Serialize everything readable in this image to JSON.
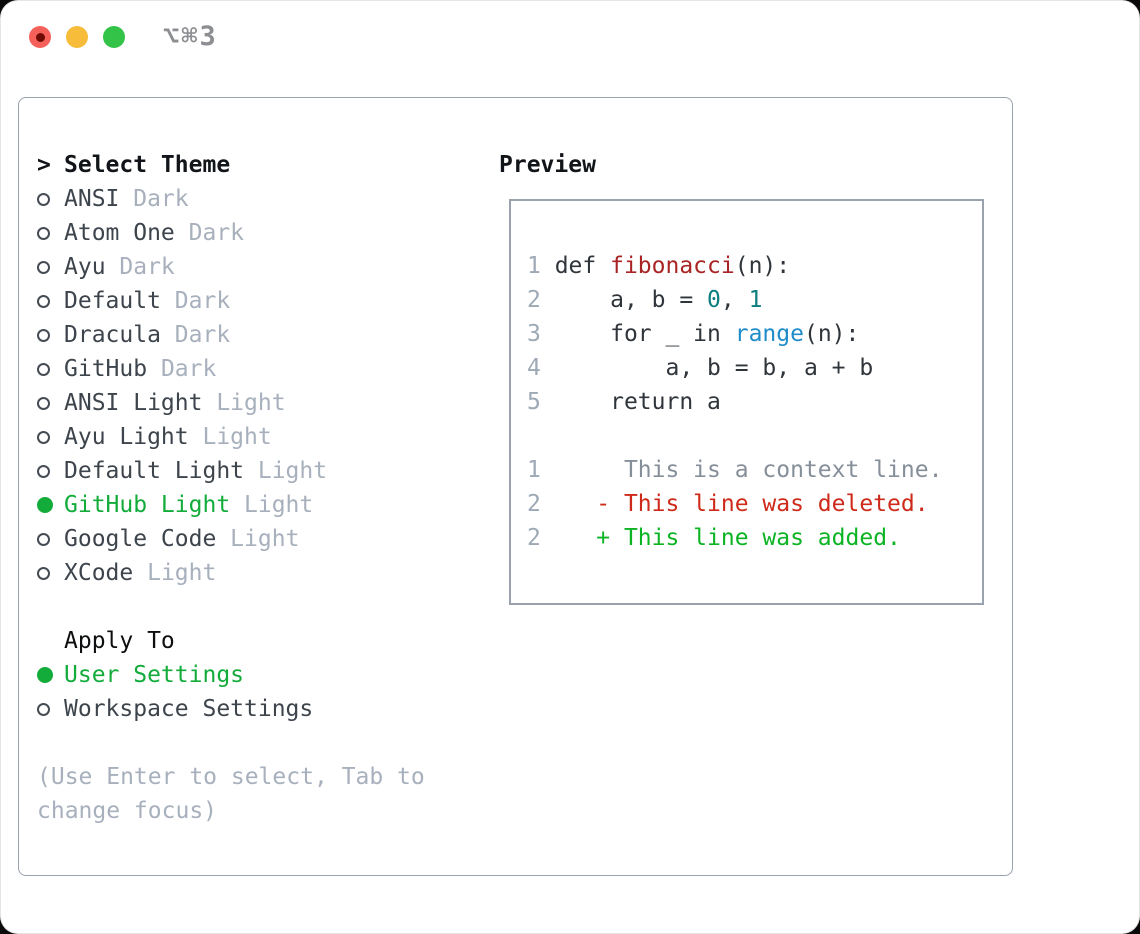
{
  "colors": {
    "accent_green": "#13ac3b",
    "diff_added_green": "#0cb424",
    "diff_deleted_red": "#ce2a1a",
    "function_red": "#a92525",
    "number_teal": "#0d7e7e",
    "builtin_blue": "#1f8cca",
    "border_gray": "#9aa2ae",
    "muted_gray": "#a7b0bc",
    "traffic_red": "#f6605a",
    "traffic_yellow": "#f7bd3a",
    "traffic_green": "#33c348"
  },
  "titlebar": {
    "title": "⌥⌘3"
  },
  "theme_picker": {
    "prompt": ">",
    "header": "Select Theme",
    "items": [
      {
        "name": "ANSI",
        "variant": "Dark",
        "selected": false
      },
      {
        "name": "Atom One",
        "variant": "Dark",
        "selected": false
      },
      {
        "name": "Ayu",
        "variant": "Dark",
        "selected": false
      },
      {
        "name": "Default",
        "variant": "Dark",
        "selected": false
      },
      {
        "name": "Dracula",
        "variant": "Dark",
        "selected": false
      },
      {
        "name": "GitHub",
        "variant": "Dark",
        "selected": false
      },
      {
        "name": "ANSI Light",
        "variant": "Light",
        "selected": false
      },
      {
        "name": "Ayu Light",
        "variant": "Light",
        "selected": false
      },
      {
        "name": "Default Light",
        "variant": "Light",
        "selected": false
      },
      {
        "name": "GitHub Light",
        "variant": "Light",
        "selected": true
      },
      {
        "name": "Google Code",
        "variant": "Light",
        "selected": false
      },
      {
        "name": "XCode",
        "variant": "Light",
        "selected": false
      }
    ]
  },
  "apply_to": {
    "header": "Apply To",
    "options": [
      {
        "name": "User Settings",
        "selected": true
      },
      {
        "name": "Workspace Settings",
        "selected": false
      }
    ]
  },
  "hint": {
    "line1": "(Use Enter to select, Tab to",
    "line2": "change focus)"
  },
  "preview": {
    "header": "Preview",
    "code_lines": [
      {
        "num": "1",
        "tokens": [
          {
            "t": "def ",
            "c": "text"
          },
          {
            "t": "fibonacci",
            "c": "func"
          },
          {
            "t": "(n):",
            "c": "text"
          }
        ]
      },
      {
        "num": "2",
        "tokens": [
          {
            "t": "    a, b = ",
            "c": "text"
          },
          {
            "t": "0",
            "c": "number"
          },
          {
            "t": ", ",
            "c": "text"
          },
          {
            "t": "1",
            "c": "number"
          }
        ]
      },
      {
        "num": "3",
        "tokens": [
          {
            "t": "    for _ in ",
            "c": "text"
          },
          {
            "t": "range",
            "c": "builtin"
          },
          {
            "t": "(n):",
            "c": "text"
          }
        ]
      },
      {
        "num": "4",
        "tokens": [
          {
            "t": "        a, b = b, a + b",
            "c": "text"
          }
        ]
      },
      {
        "num": "5",
        "tokens": [
          {
            "t": "    return a",
            "c": "text"
          }
        ]
      }
    ],
    "diff_lines": [
      {
        "num": "1",
        "body": "      This is a context line.",
        "kind": "context"
      },
      {
        "num": "2",
        "body": "    - This line was deleted.",
        "kind": "deleted"
      },
      {
        "num": "2",
        "body": "    + This line was added.",
        "kind": "added"
      }
    ]
  }
}
